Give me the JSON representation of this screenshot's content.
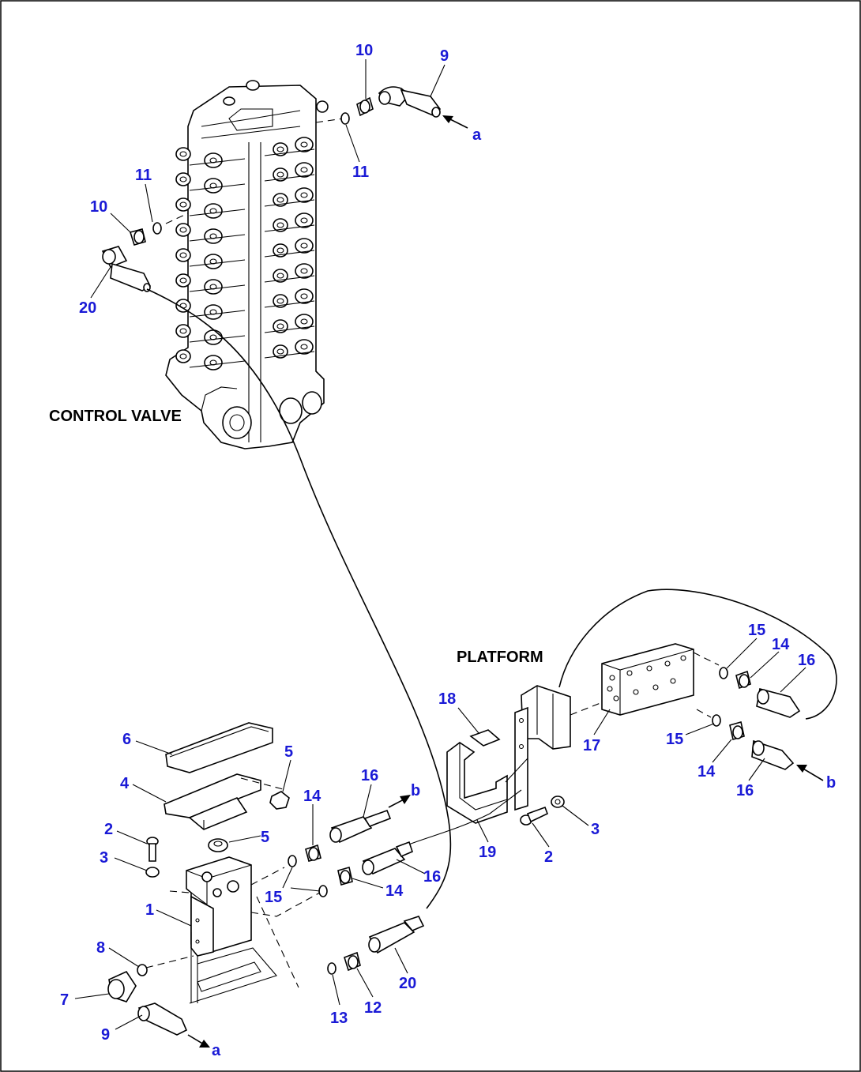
{
  "labels": {
    "control_valve": "CONTROL VALVE",
    "platform": "PLATFORM"
  },
  "callouts": {
    "c10_top": "10",
    "c9_top": "9",
    "a_top": "a",
    "c11_top": "11",
    "c11_left": "11",
    "c10_left": "10",
    "c20_left": "20",
    "c15_r1": "15",
    "c14_r1": "14",
    "c16_r1": "16",
    "c17": "17",
    "c15_r2": "15",
    "c14_r2": "14",
    "c16_r2": "16",
    "b_right": "b",
    "c18": "18",
    "c19": "19",
    "c2_mid": "2",
    "c3_mid": "3",
    "c6": "6",
    "c5_top": "5",
    "c4": "4",
    "c14_a": "14",
    "c16_a": "16",
    "b_mid": "b",
    "c2_left": "2",
    "c5_mid": "5",
    "c3_left": "3",
    "c15_mid": "15",
    "c14_b": "14",
    "c16_b": "16",
    "c1": "1",
    "c8": "8",
    "c7": "7",
    "c9_bot": "9",
    "a_bot": "a",
    "c13": "13",
    "c12": "12",
    "c20_bot": "20"
  }
}
